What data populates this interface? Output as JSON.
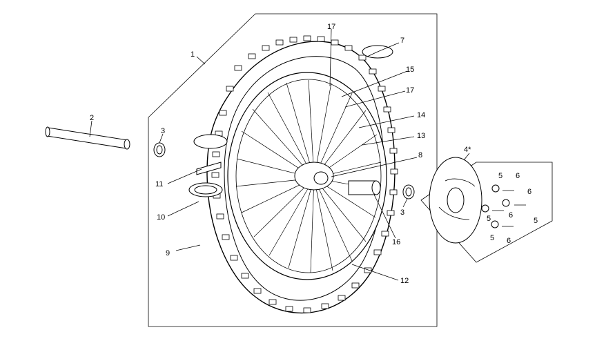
{
  "diagram": {
    "labels": [
      "1",
      "2",
      "3",
      "3",
      "4*",
      "5",
      "5",
      "5",
      "5",
      "6",
      "6",
      "6",
      "6",
      "7",
      "8",
      "9",
      "10",
      "11",
      "12",
      "13",
      "14",
      "15",
      "16",
      "17",
      "17"
    ]
  }
}
